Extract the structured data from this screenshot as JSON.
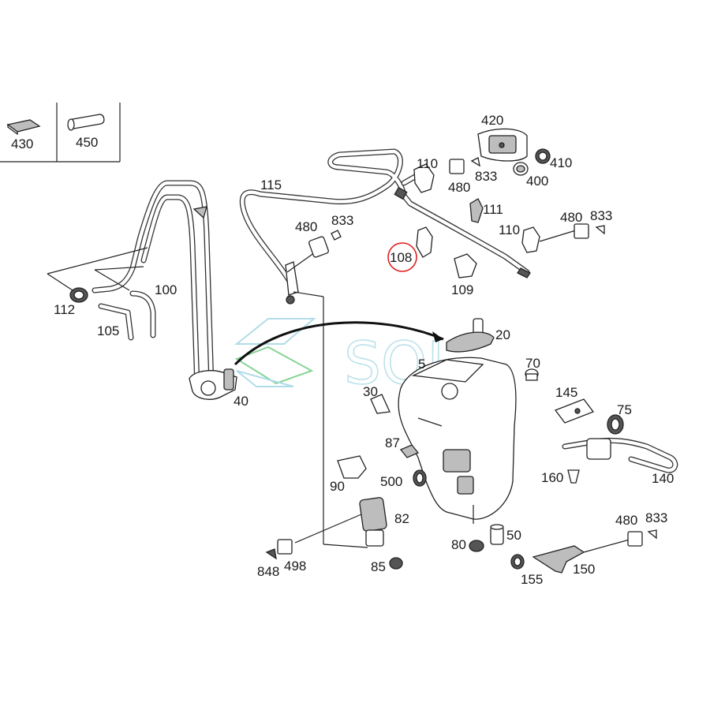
{
  "watermark": {
    "text": "SOL",
    "colors": {
      "logo": "#a8d9e6",
      "logo_accent": "#7ad08a"
    }
  },
  "highlight": {
    "part": "108",
    "color": "#e02020"
  },
  "legend_table": {
    "cells": [
      {
        "number": "430",
        "icon": "pad-icon"
      },
      {
        "number": "450",
        "icon": "tube-icon"
      }
    ]
  },
  "labels": {
    "p420": "420",
    "p410": "410",
    "p400": "400",
    "p110a": "110",
    "p833a": "833",
    "p480a": "480",
    "p115": "115",
    "p480b": "480",
    "p833b": "833",
    "p111": "111",
    "p480c": "480",
    "p833c": "833",
    "p110b": "110",
    "p108": "108",
    "p109": "109",
    "p100": "100",
    "p112": "112",
    "p105": "105",
    "p40": "40",
    "p20": "20",
    "p5": "5",
    "p70": "70",
    "p30": "30",
    "p145": "145",
    "p75": "75",
    "p87": "87",
    "p90": "90",
    "p500": "500",
    "p160": "160",
    "p140": "140",
    "p82": "82",
    "p480d": "480",
    "p833d": "833",
    "p50": "50",
    "p80": "80",
    "p848": "848",
    "p498": "498",
    "p85": "85",
    "p155": "155",
    "p150": "150"
  }
}
